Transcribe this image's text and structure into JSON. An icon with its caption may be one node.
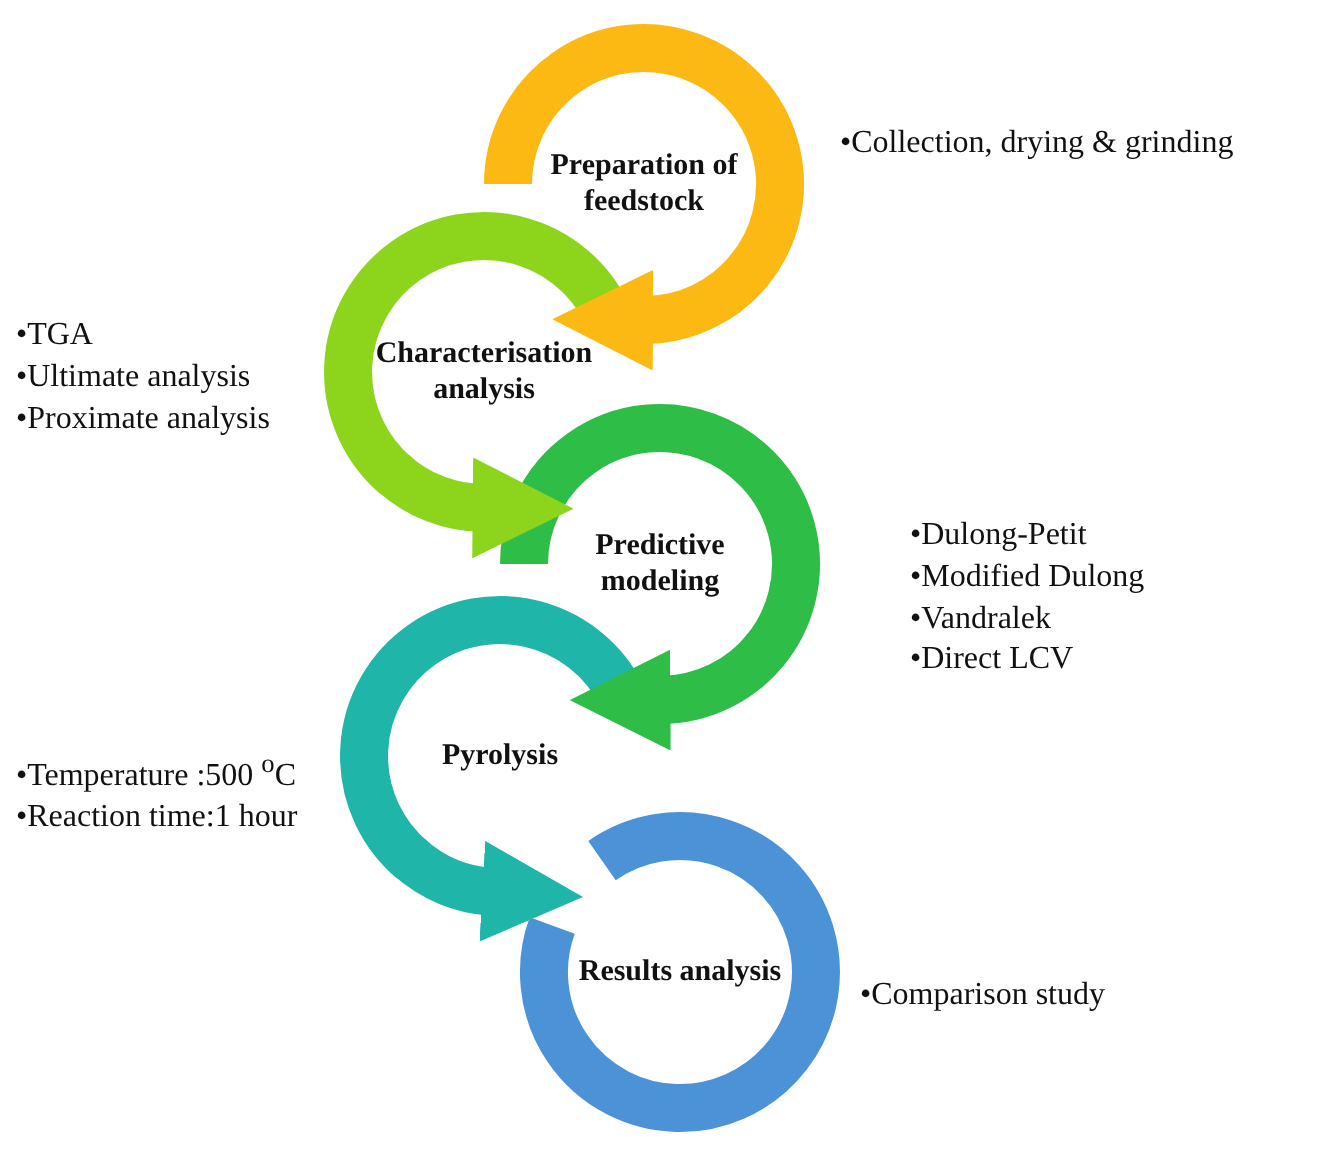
{
  "diagram": {
    "nodes": [
      {
        "text": [
          "Preparation of feedstock"
        ],
        "beside": [
          "•Collection, drying & grinding"
        ]
      },
      {
        "text": [
          "Characterisation analysis"
        ],
        "beside": [
          "•TGA",
          "•Ultimate analysis",
          "•Proximate analysis"
        ]
      },
      {
        "text": [
          "Predictive modeling"
        ],
        "beside": [
          "•Dulong-Petit",
          "•Modified Dulong",
          "•Vandralek",
          "•Direct LCV"
        ]
      },
      {
        "text": [
          "Pyrolysis"
        ],
        "beside": [
          "•Temperature :500 $^{o}$C",
          "•Reaction time:1 hour"
        ]
      },
      {
        "text": [
          "Results analysis"
        ],
        "beside": [
          "•Comparison study"
        ]
      }
    ],
    "edges": [
      {
        "from": 0,
        "to": 1,
        "arrow": "to",
        "color": "#fdb913"
      },
      {
        "from": 1,
        "to": 2,
        "arrow": "to",
        "color": "#8dd41c"
      },
      {
        "from": 2,
        "to": 3,
        "arrow": "to",
        "color": "#2ebd46"
      },
      {
        "from": 3,
        "to": 4,
        "arrow": "to",
        "color": "#1fb5a8"
      }
    ]
  }
}
